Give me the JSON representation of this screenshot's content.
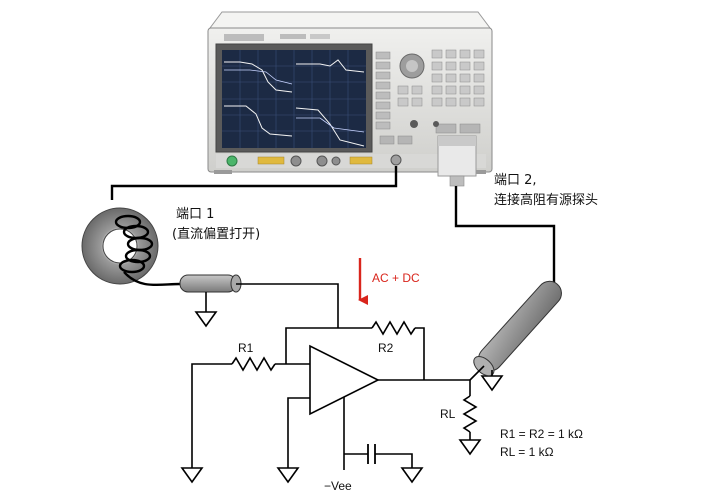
{
  "port1": {
    "line1": "端口 1",
    "line2": "(直流偏置打开)"
  },
  "port2": {
    "line1": "端口 2,",
    "line2": "连接高阻有源探头"
  },
  "arrow_label": "AC + DC",
  "components": {
    "r1": "R1",
    "r2": "R2",
    "rl": "RL",
    "vee": "−Vee"
  },
  "values": {
    "line1": "R1 = R2 = 1 kΩ",
    "line2": "RL = 1 kΩ"
  },
  "colors": {
    "arrow": "#d9251c",
    "instrument_body": "#e4e4e2",
    "screen": "#1c2a44",
    "probe": "#8e8e8e"
  }
}
